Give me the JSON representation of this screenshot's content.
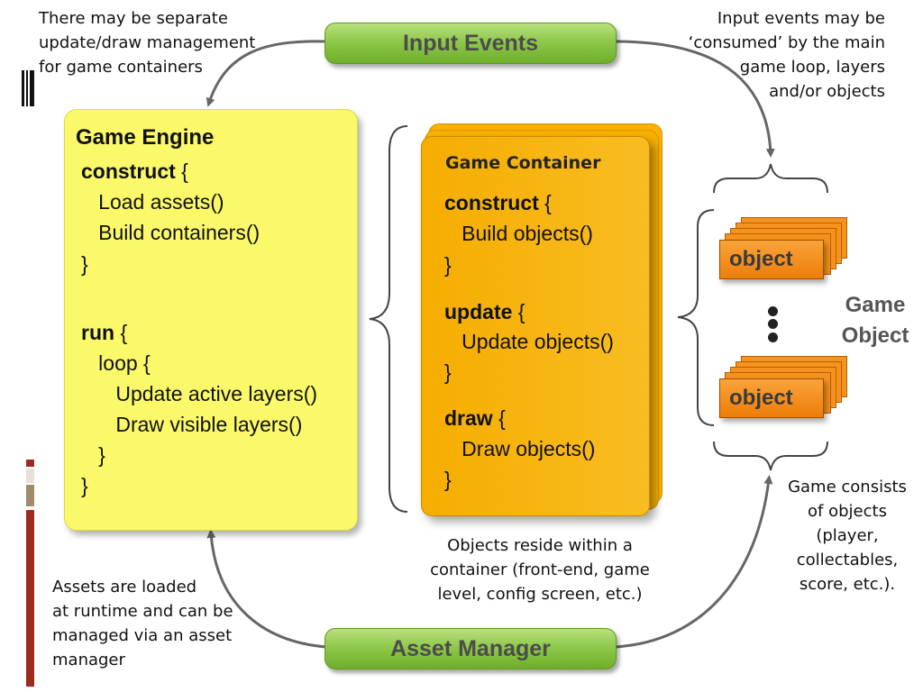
{
  "pills": {
    "input_events": "Input Events",
    "asset_manager": "Asset  Manager"
  },
  "notes": {
    "top_left": [
      "There may be separate",
      "update/draw management",
      "for game containers"
    ],
    "top_right": [
      "Input events may be",
      "‘consumed’ by the main",
      "game loop, layers",
      "and/or objects"
    ],
    "middle": [
      "Objects reside within a",
      "container (front-end, game",
      "level, config screen, etc.)"
    ],
    "bottom_right": [
      "Game consists",
      "of objects",
      "(player,",
      "collectables,",
      "score, etc.)."
    ],
    "bottom_left": [
      "Assets are loaded",
      "at runtime and can be",
      "managed via an asset",
      "manager"
    ]
  },
  "engine": {
    "title": "Game Engine",
    "lines": [
      {
        "kw": "construct",
        "rest": " {"
      },
      {
        "kw": "",
        "rest": "   Load assets()"
      },
      {
        "kw": "",
        "rest": "   Build containers()"
      },
      {
        "kw": "",
        "rest": "}"
      },
      {
        "kw": "run",
        "rest": " {"
      },
      {
        "kw": "",
        "rest": "   loop {"
      },
      {
        "kw": "",
        "rest": "      Update active layers()"
      },
      {
        "kw": "",
        "rest": "      Draw visible layers()"
      },
      {
        "kw": "",
        "rest": "   }"
      },
      {
        "kw": "",
        "rest": "}"
      }
    ]
  },
  "container": {
    "title": "Game Container",
    "lines": [
      {
        "kw": "construct",
        "rest": " {"
      },
      {
        "kw": "",
        "rest": "   Build objects()"
      },
      {
        "kw": "",
        "rest": "}"
      },
      {
        "kw": "update",
        "rest": " {"
      },
      {
        "kw": "",
        "rest": "   Update objects()"
      },
      {
        "kw": "",
        "rest": "}"
      },
      {
        "kw": "draw",
        "rest": " {"
      },
      {
        "kw": "",
        "rest": "   Draw objects()"
      },
      {
        "kw": "",
        "rest": "}"
      }
    ]
  },
  "objects": {
    "label_top": "object",
    "label_bottom": "object",
    "group_label": [
      "Game",
      "Object"
    ]
  },
  "colors": {
    "engine_fill": "#fbf96a",
    "container_fill": "#f8b100",
    "object_fill": "#f6931e",
    "pill_green": "#8fc94b",
    "arrow": "#666666",
    "deco_red": "#9b2b1f",
    "deco_tan": "#a08b6a"
  }
}
